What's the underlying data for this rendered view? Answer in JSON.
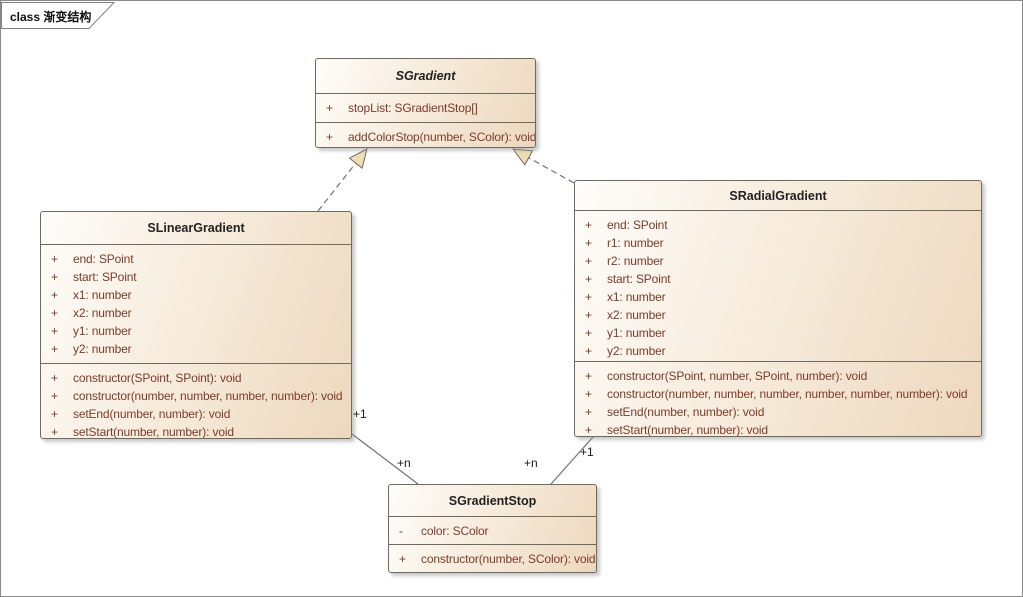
{
  "frame": {
    "label_keyword": "class",
    "label_title": "渐变结构"
  },
  "classes": [
    {
      "name": "SGradient",
      "abstract": true,
      "attributes": [
        {
          "visibility": "+",
          "signature": "stopList: SGradientStop[]"
        }
      ],
      "operations": [
        {
          "visibility": "+",
          "signature": "addColorStop(number, SColor): void"
        }
      ]
    },
    {
      "name": "SLinearGradient",
      "abstract": false,
      "attributes": [
        {
          "visibility": "+",
          "signature": "end: SPoint"
        },
        {
          "visibility": "+",
          "signature": "start: SPoint"
        },
        {
          "visibility": "+",
          "signature": "x1: number"
        },
        {
          "visibility": "+",
          "signature": "x2: number"
        },
        {
          "visibility": "+",
          "signature": "y1: number"
        },
        {
          "visibility": "+",
          "signature": "y2: number"
        }
      ],
      "operations": [
        {
          "visibility": "+",
          "signature": "constructor(SPoint, SPoint): void"
        },
        {
          "visibility": "+",
          "signature": "constructor(number, number, number, number): void"
        },
        {
          "visibility": "+",
          "signature": "setEnd(number, number): void"
        },
        {
          "visibility": "+",
          "signature": "setStart(number, number): void"
        }
      ]
    },
    {
      "name": "SRadialGradient",
      "abstract": false,
      "attributes": [
        {
          "visibility": "+",
          "signature": "end: SPoint"
        },
        {
          "visibility": "+",
          "signature": "r1: number"
        },
        {
          "visibility": "+",
          "signature": "r2: number"
        },
        {
          "visibility": "+",
          "signature": "start: SPoint"
        },
        {
          "visibility": "+",
          "signature": "x1: number"
        },
        {
          "visibility": "+",
          "signature": "x2: number"
        },
        {
          "visibility": "+",
          "signature": "y1: number"
        },
        {
          "visibility": "+",
          "signature": "y2: number"
        }
      ],
      "operations": [
        {
          "visibility": "+",
          "signature": "constructor(SPoint, number, SPoint, number): void"
        },
        {
          "visibility": "+",
          "signature": "constructor(number, number, number, number, number, number): void"
        },
        {
          "visibility": "+",
          "signature": "setEnd(number, number): void"
        },
        {
          "visibility": "+",
          "signature": "setStart(number, number): void"
        }
      ]
    },
    {
      "name": "SGradientStop",
      "abstract": false,
      "attributes": [
        {
          "visibility": "-",
          "signature": "color: SColor"
        }
      ],
      "operations": [
        {
          "visibility": "+",
          "signature": "constructor(number, SColor): void"
        }
      ]
    }
  ],
  "connectors": [
    {
      "type": "realization",
      "from": "SLinearGradient",
      "to": "SGradient"
    },
    {
      "type": "realization",
      "from": "SRadialGradient",
      "to": "SGradient"
    },
    {
      "type": "association",
      "from": "SLinearGradient",
      "to": "SGradientStop",
      "source_multiplicity": "+1",
      "target_multiplicity": "+n"
    },
    {
      "type": "association",
      "from": "SRadialGradient",
      "to": "SGradientStop",
      "source_multiplicity": "+1",
      "target_multiplicity": "+n"
    }
  ],
  "colors": {
    "box_fill_light": "#fefdfa",
    "box_fill_dark": "#ecd8bd",
    "box_border": "#6f6a5e",
    "member_text": "#7d3b2b",
    "connector": "#707070",
    "arrowhead_fill": "#f2dcb3"
  }
}
